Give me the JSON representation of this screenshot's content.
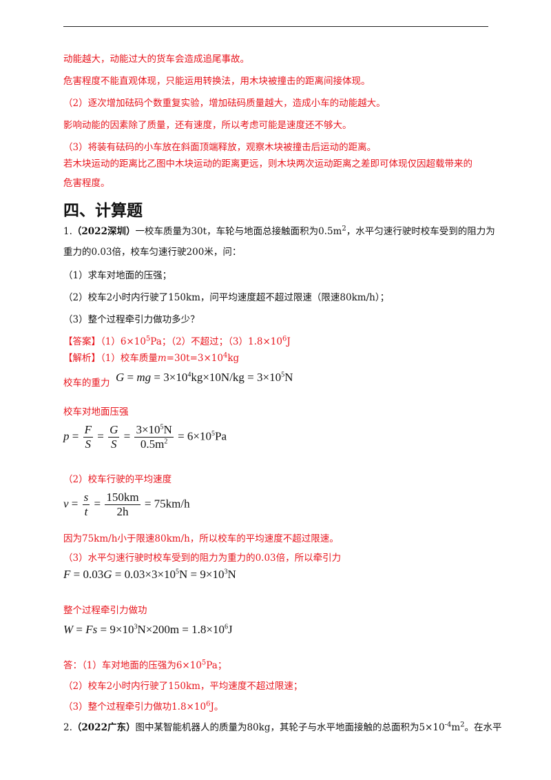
{
  "answer_cont": {
    "l1": "动能越大，动能过大的货车会造成追尾事故。",
    "l2": "危害程度不能直观体现，只能运用转换法，用木块被撞击的距离间接体现。",
    "l3": "（2）逐次增加砝码个数重复实验，增加砝码质量越大，造成小车的动能越大。",
    "l4": "影响动能的因素除了质量，还有速度，所以考虑可能是速度还不够大。",
    "l5": "（3）将装有砝码的小车放在斜面顶端释放，观察木块被撞击后运动的距离。",
    "l6": "若木块运动的距离比乙图中木块运动的距离更远，则木块两次运动距离之差即可体现仅因超载带来的",
    "l7": "危害程度。"
  },
  "section_title": "四、计算题",
  "q1": {
    "num": "1.",
    "source": "（2022深圳）",
    "stem_a": "一校车质量为30t，车轮与地面总接触面积为0.5m",
    "stem_a_sup": "2",
    "stem_a_tail": "，水平匀速行驶时校车受到的阻力为",
    "stem_b": "重力的0.03倍，校车匀速行驶200米，问：",
    "p1": "（1）求车对地面的压强；",
    "p2": "（2）校车2小时内行驶了150km，问平均速度超不超过限速（限速80km/h）；",
    "p3": "（3）整个过程牵引力做功多少？",
    "answer_label": "【答案】",
    "answer_a": "（1）6×10",
    "answer_a_sup": "5",
    "answer_b": "Pa；（2）不超过；（3）1.8×10",
    "answer_b_sup": "6",
    "answer_c": "J",
    "analysis_label": "【解析】",
    "analysis_a": "（1）校车质量",
    "analysis_m": "m",
    "analysis_b": "=30t=3×10",
    "analysis_b_sup": "4",
    "analysis_c": "kg",
    "gravity_label": "校车的重力",
    "pressure_label": "校车对地面压强",
    "speed_label": "（2）校车行驶的平均速度",
    "speed_conclusion": "因为75km/h小于限速80km/h，所以校车的平均速度不超过限速。",
    "force_label": "（3）水平匀速行驶时校车受到的阻力为重力的0.03倍，所以牵引力",
    "work_label": "整个过程牵引力做功",
    "conclusion_a": "答：（1）车对地面的压强为6×10",
    "conclusion_a_sup": "5",
    "conclusion_a_tail": "Pa；",
    "conclusion_b": "（2）校车2小时内行驶了150km，平均速度不超过限速；",
    "conclusion_c": "（3）整个过程牵引力做功1.8×10",
    "conclusion_c_sup": "6",
    "conclusion_c_tail": "J。"
  },
  "q2": {
    "num": "2.",
    "source": "（2022广东）",
    "stem_a": "图中某智能机器人的质量为80kg，其轮子与水平地面接触的总面积为5×10",
    "stem_a_sup": "-4",
    "stem_a_mid": "m",
    "stem_a_sup2": "2",
    "stem_a_tail": "。在水平"
  },
  "formulas": {
    "gravity": {
      "lhs": "G",
      "eq1": " = ",
      "mg": "mg",
      "eq2": " = 3×10",
      "s1": "4",
      "mid": "kg×10N/kg = 3×10",
      "s2": "5",
      "tail": "N"
    },
    "pressure": {
      "p": "p",
      "eq": " = ",
      "F": "F",
      "S": "S",
      "G": "G",
      "num": "3×10",
      "num_sup": "5",
      "num_tail": "N",
      "den": "0.5m",
      "den_sup": "2",
      "res": " = 6×10",
      "res_sup": "5",
      "res_tail": "Pa"
    },
    "speed": {
      "v": "v",
      "eq": " = ",
      "s": "s",
      "t": "t",
      "num": "150km",
      "den": "2h",
      "res": " = 75km/h"
    },
    "force": {
      "F": "F",
      "a": " = 0.03",
      "G": "G",
      "b": " = 0.03×3×10",
      "s1": "5",
      "c": "N = 9×10",
      "s2": "3",
      "d": "N"
    },
    "work": {
      "W": "W",
      "eq": " = ",
      "Fs": "Fs",
      "a": " = 9×10",
      "s1": "3",
      "b": "N×200m = 1.8×10",
      "s2": "6",
      "c": "J"
    }
  }
}
